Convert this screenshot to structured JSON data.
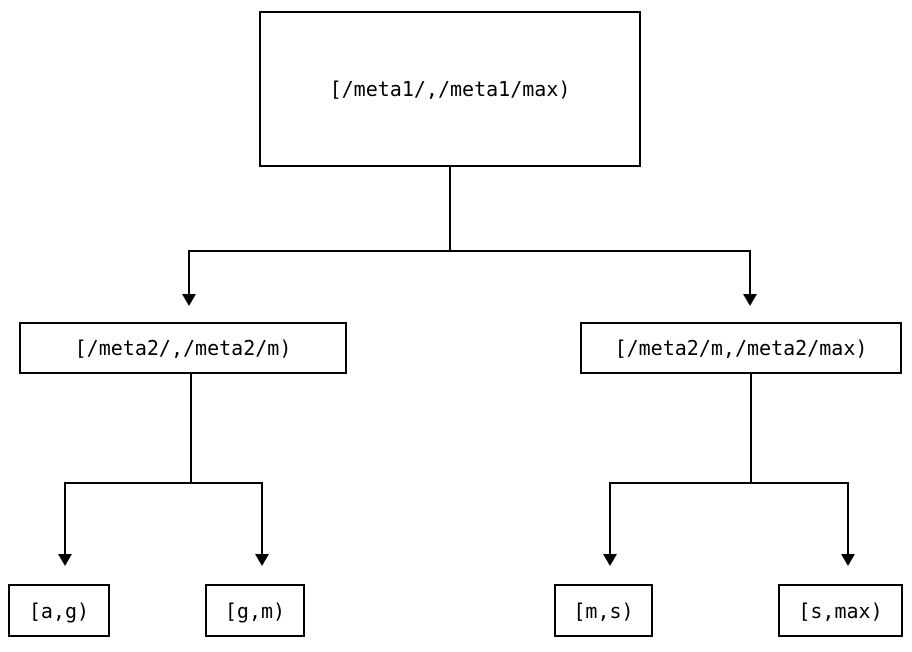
{
  "diagram": {
    "type": "tree",
    "title": "",
    "background_color": "#ffffff",
    "line_color": "#000000",
    "text_color": "#000000",
    "levels": 3,
    "root": {
      "label": "[/meta1/,/meta1/max)"
    },
    "level2": [
      {
        "label": "[/meta2/,/meta2/m)"
      },
      {
        "label": "[/meta2/m,/meta2/max)"
      }
    ],
    "leaves": [
      {
        "label": "[a,g)"
      },
      {
        "label": "[g,m)"
      },
      {
        "label": "[m,s)"
      },
      {
        "label": "[s,max)"
      }
    ]
  }
}
